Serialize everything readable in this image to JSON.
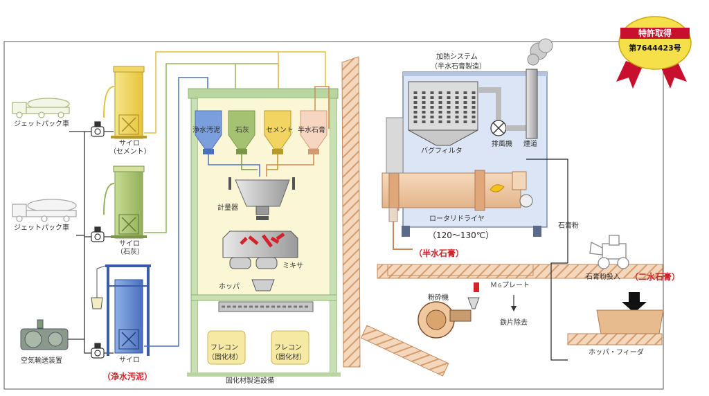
{
  "labels": {
    "jetpack1": "ジェットパック車",
    "jetpack2": "ジェットパック車",
    "air_conveyor": "空気輸送装置",
    "silo_cement_1": "サイロ",
    "silo_cement_2": "（セメント）",
    "silo_lime_1": "サイロ",
    "silo_lime_2": "（石灰）",
    "silo_sludge": "サイロ",
    "sludge_red": "（浄水汚泥）",
    "hopper_sludge": "浄水汚泥",
    "hopper_lime": "石灰",
    "hopper_cement": "セメント",
    "hopper_hemi": "半水石膏",
    "weigher": "計量器",
    "mixer": "ミキサ",
    "hopper": "ホッパ",
    "flexcon1_a": "フレコン",
    "flexcon1_b": "（固化材）",
    "flexcon2_a": "フレコン",
    "flexcon2_b": "（固化材）",
    "plant": "固化材製造設備",
    "heating_1": "加熱システム",
    "heating_2": "（半水石膏製造）",
    "bag_filter": "バグフィルタ",
    "exhaust_fan": "排風機",
    "chimney": "煙道",
    "rotary_dryer": "ロータリドライヤ",
    "temperature": "（120～130℃）",
    "hemi_red": "（半水石膏）",
    "gypsum_powder": "石膏粉",
    "gypsum_input": "石膏粉投入",
    "dihydrate_red": "（二水石膏）",
    "crusher": "粉砕機",
    "mg_plate": "Ｍ",
    "mg_sub": "Ｇ",
    "mg_plate_rest": "プレート",
    "iron_removal": "鉄片除去",
    "hopper_feeder": "ホッパ・フィーダ"
  },
  "badge": {
    "title": "特許取得",
    "number": "第7644423号"
  },
  "colors": {
    "cement": "#f5dc6e",
    "lime": "#b5cc7c",
    "sludge": "#6f93d4",
    "hemi": "#f2c8a8",
    "plant_green": "#b9d6a0",
    "plant_fill": "#fbf7d6",
    "heating_bg": "#dbe5f5",
    "gypsum": "#eec79f",
    "badge_red": "#c8102e",
    "badge_yellow": "#f5e04a",
    "accent_red": "#d2232a"
  }
}
